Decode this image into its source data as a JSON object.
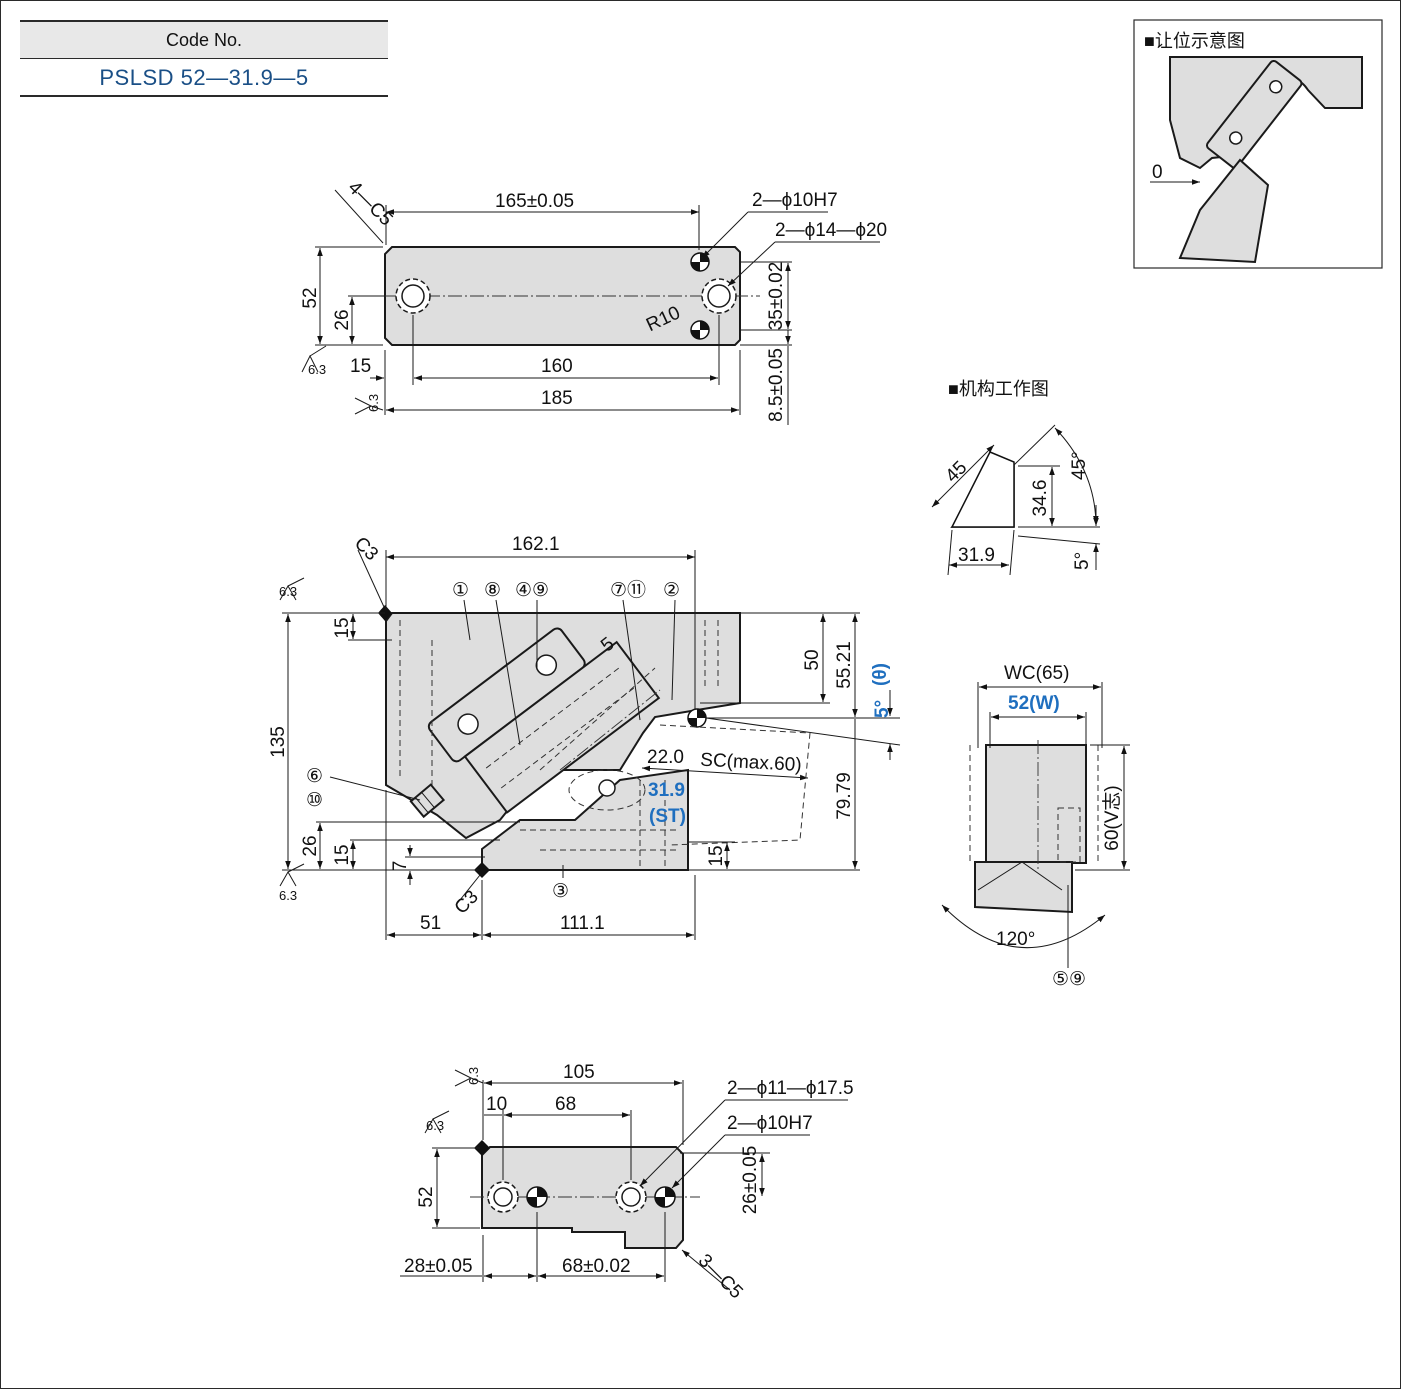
{
  "code_box": {
    "header": "Code No.",
    "value": "PSLSD 52—31.9—5"
  },
  "inset": {
    "title": "■让位示意图",
    "gap": "0"
  },
  "mechanism": {
    "title": "■机构工作图",
    "hyp": "45",
    "height": "34.6",
    "angle": "45°",
    "base": "31.9",
    "tilt": "5°"
  },
  "top_view": {
    "chamfer": "4—C5",
    "d165": "165±0.05",
    "pin": "2—ϕ10H7",
    "cb": "2—ϕ14—ϕ20",
    "d52": "52",
    "d26": "26",
    "r10": "R10",
    "d35": "35±0.02",
    "d15": "15",
    "d160": "160",
    "d185": "185",
    "d85": "8.5±0.05",
    "rough1": "6.3",
    "rough2": "6.3"
  },
  "front_view": {
    "c3_top": "C3",
    "d162": "162.1",
    "rough1": "6.3",
    "rough2": "6.3",
    "d15_top": "15",
    "d135": "135",
    "d50": "50",
    "d5521": "55.21",
    "d5deg": "5°",
    "theta": "(θ)",
    "d5": "5",
    "d220": "22.0",
    "sc": "SC(max.60)",
    "d319": "31.9",
    "st": "(ST)",
    "d7979": "79.79",
    "d26": "26",
    "d15_low": "15",
    "d7": "7",
    "d15_right": "15",
    "c3_low": "C3",
    "d51": "51",
    "d1111": "111.1",
    "labels": [
      "①",
      "⑧",
      "④⑨",
      "⑦⑪",
      "②",
      "⑥",
      "⑩",
      "③"
    ]
  },
  "side_view": {
    "wc": "WC(65)",
    "w": "52(W)",
    "v": "60(V志)",
    "deg": "120°",
    "label": "⑤⑨"
  },
  "bottom_view": {
    "rough1": "6.3",
    "rough2": "6.3",
    "d105": "105",
    "d10": "10",
    "d68": "68",
    "cb": "2—ϕ11—ϕ17.5",
    "pin": "2—ϕ10H7",
    "d52": "52",
    "d26": "26±0.05",
    "d28": "28±0.05",
    "d68b": "68±0.02",
    "chamfer": "3—C5"
  }
}
